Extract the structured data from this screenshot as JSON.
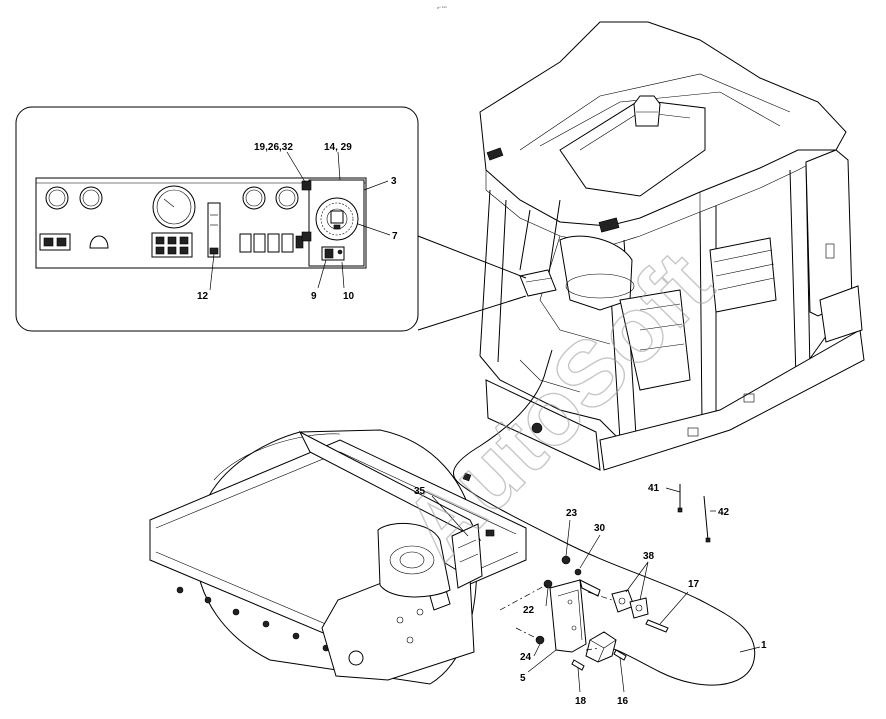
{
  "doc_code": "eⁿ ⁸⁸⁸",
  "watermark": "AutoSoft",
  "callouts": {
    "c19_26_32": "19,26,32",
    "c14_29": "14, 29",
    "c3": "3",
    "c7": "7",
    "c12": "12",
    "c9": "9",
    "c10": "10",
    "c35": "35",
    "c41": "41",
    "c42": "42",
    "c23": "23",
    "c30": "30",
    "c38": "38",
    "c17": "17",
    "c22": "22",
    "c1": "1",
    "c24": "24",
    "c5": "5",
    "c18": "18",
    "c16": "16"
  }
}
